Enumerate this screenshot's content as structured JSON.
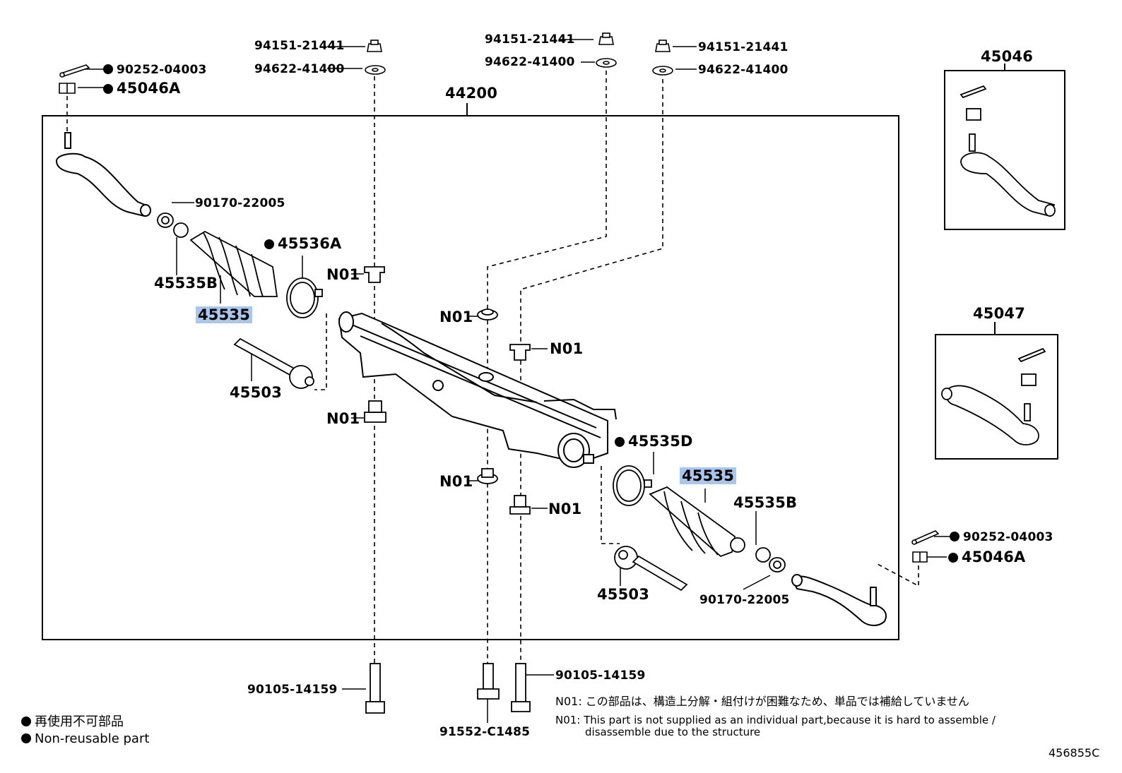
{
  "labels": {
    "p94151_a": "94151-21441",
    "p94622_a": "94622-41400",
    "p94151_b": "94151-21441",
    "p94622_b": "94622-41400",
    "p94151_c": "94151-21441",
    "p94622_c": "94622-41400",
    "p90252_l": "90252-04003",
    "p45046A_l": "45046A",
    "p44200": "44200",
    "p90170_l": "90170-22005",
    "p45536A": "45536A",
    "p45535B_l": "45535B",
    "p45535_l": "45535",
    "p45503_l": "45503",
    "n01_1": "N01",
    "n01_2": "N01",
    "n01_3": "N01",
    "n01_4": "N01",
    "n01_5": "N01",
    "n01_6": "N01",
    "p45535D": "45535D",
    "p45535_r": "45535",
    "p45535B_r": "45535B",
    "p90252_r": "90252-04003",
    "p45046A_r": "45046A",
    "p45503_r": "45503",
    "p90170_r": "90170-22005",
    "p45046": "45046",
    "p45047": "45047",
    "p90105_l": "90105-14159",
    "p90105_r": "90105-14159",
    "p91552": "91552-C1485"
  },
  "notes": {
    "n01_jp": "N01: この部品は、構造上分解・組付けが困難なため、単品では補給していません",
    "n01_en": "N01: This part is not supplied as an individual part,because it is hard to assemble /",
    "n01_en2": "disassemble due to the structure"
  },
  "legend": {
    "jp": "再使用不可部品",
    "en": "Non-reusable part"
  },
  "figure_id": "456855C",
  "colors": {
    "highlight": "#a9c6ec",
    "line": "#000000"
  }
}
